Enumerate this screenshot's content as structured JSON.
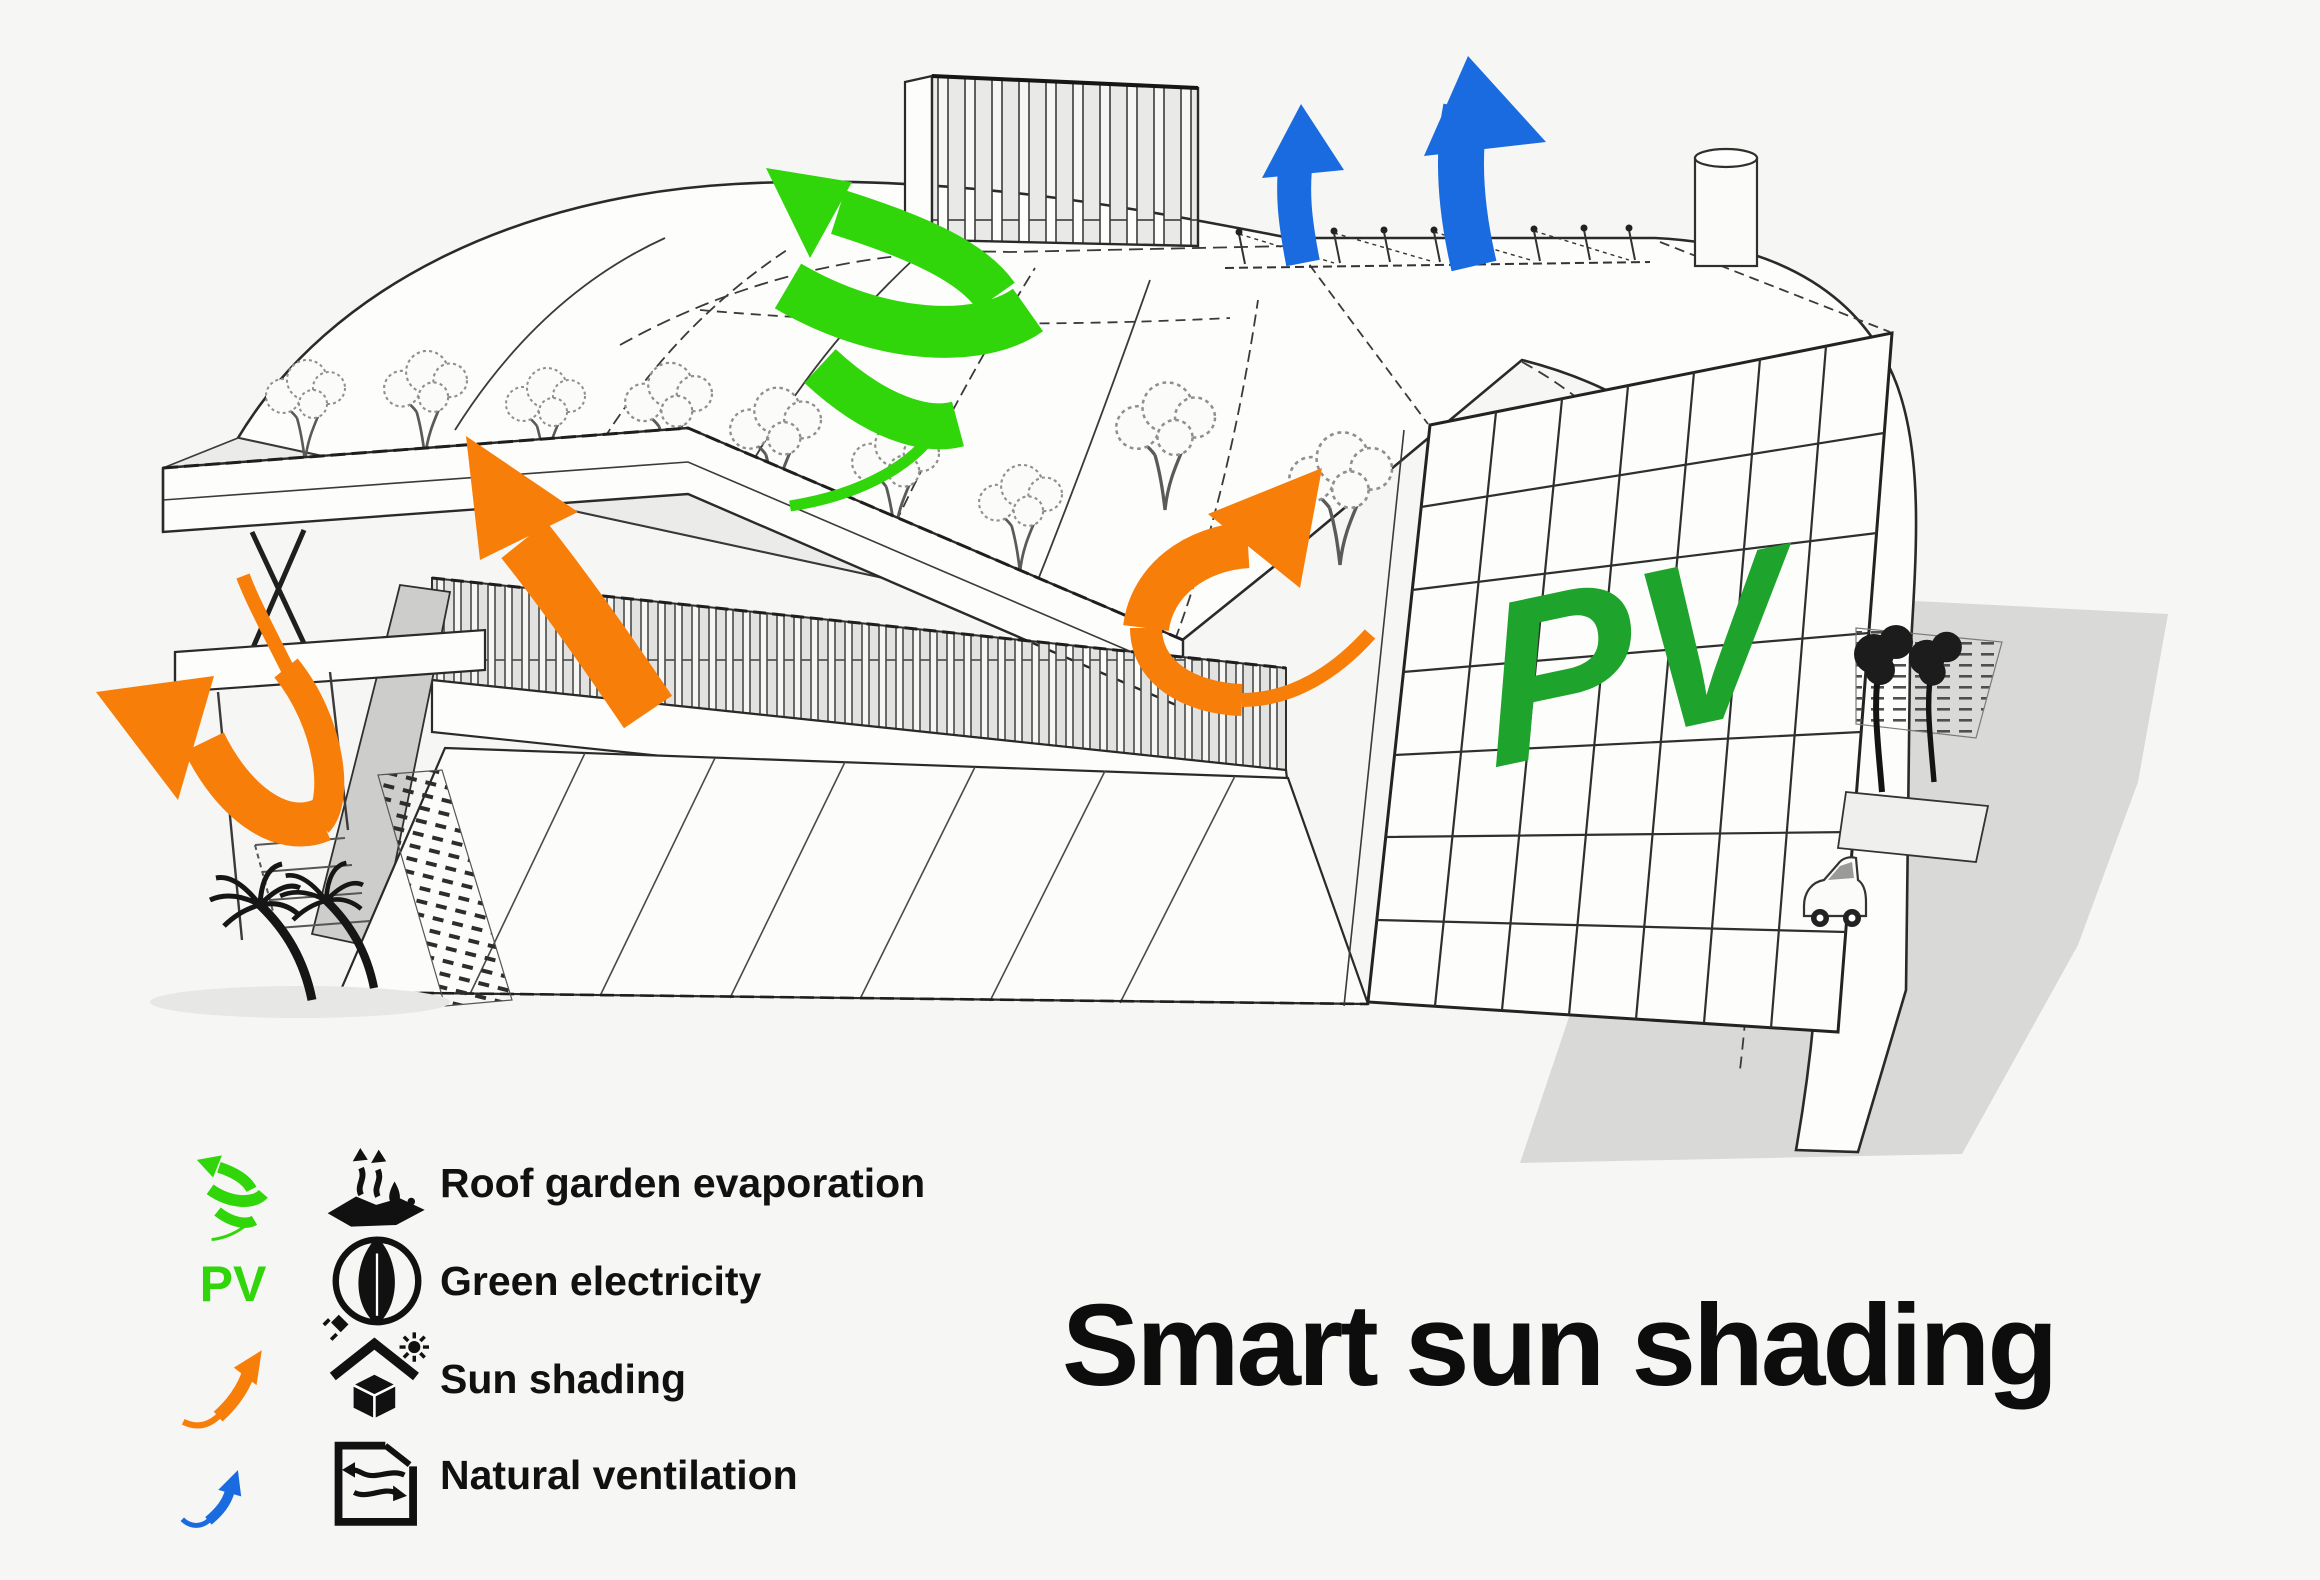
{
  "title": "Smart sun shading",
  "building": {
    "pv_label": "PV"
  },
  "legend": {
    "items": [
      {
        "id": "roof-garden-evaporation",
        "label": "Roof garden evaporation",
        "symbol": "green-spiral-arrow-icon",
        "glyph": "evaporation-ground-icon",
        "color": "#30d50a"
      },
      {
        "id": "green-electricity",
        "label": "Green electricity",
        "symbol": "pv-text-icon",
        "symbol_text": "PV",
        "glyph": "leaf-plug-icon",
        "color": "#30d50a"
      },
      {
        "id": "sun-shading",
        "label": "Sun shading",
        "symbol": "orange-curved-arrow-icon",
        "glyph": "house-sun-cube-icon",
        "color": "#f87e0a"
      },
      {
        "id": "natural-ventilation",
        "label": "Natural ventilation",
        "symbol": "blue-wavy-arrow-icon",
        "glyph": "window-airflow-icon",
        "color": "#1a6be0"
      }
    ]
  },
  "colors": {
    "green": "#30d50a",
    "pv_green": "#1ea42c",
    "orange": "#f87e0a",
    "blue": "#1a6be0",
    "ink": "#111111",
    "line": "#2f2f2e",
    "paper": "#f6f6f5",
    "shadow": "#d9d9d8"
  }
}
